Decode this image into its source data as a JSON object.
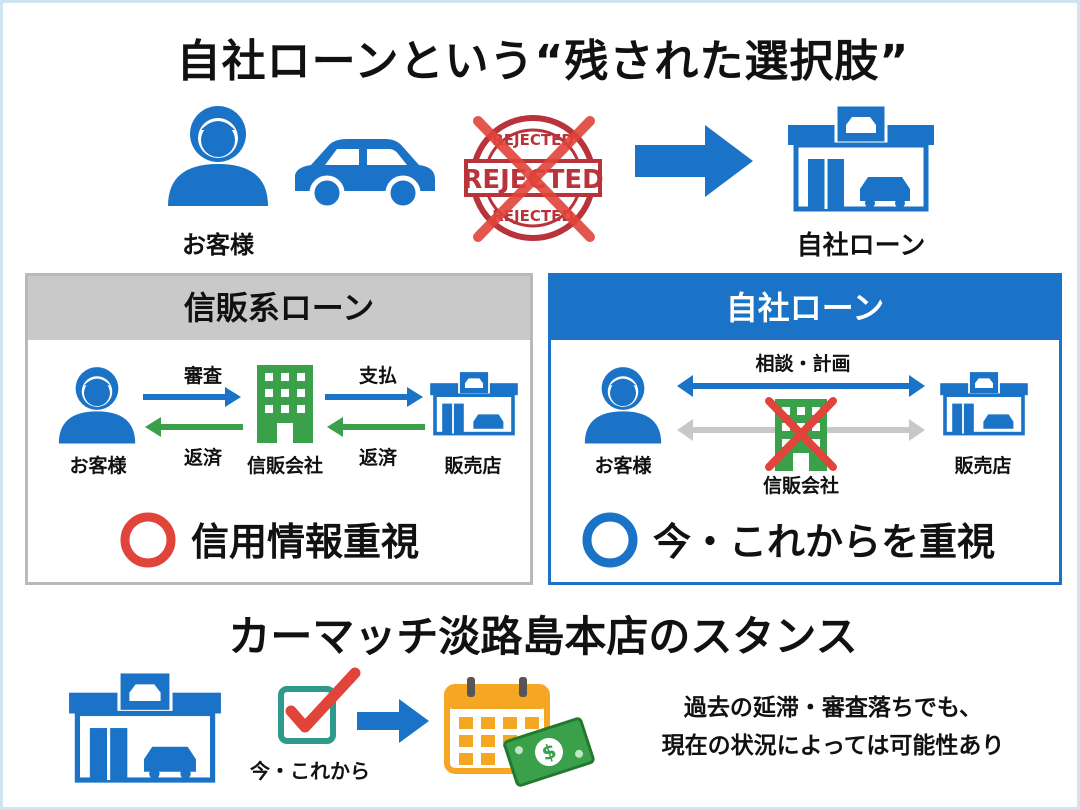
{
  "title": "自社ローンという“残された選択肢”",
  "top_flow": {
    "customer_label": "お客様",
    "stamp_text_top": "REJECTED",
    "stamp_text_mid": "REJECTED",
    "stamp_text_bottom": "REJECTED",
    "dealer_label": "自社ローン"
  },
  "credit_loan": {
    "header": "信販系ローン",
    "customer_label": "お客様",
    "company_label": "信販会社",
    "dealer_label": "販売店",
    "arrow_screening": "審査",
    "arrow_repay_1": "返済",
    "arrow_payment": "支払",
    "arrow_repay_2": "返済",
    "emphasis": "信用情報重視"
  },
  "in_house_loan": {
    "header": "自社ローン",
    "customer_label": "お客様",
    "dealer_label": "販売店",
    "arrow_consult": "相談・計画",
    "company_label": "信販会社",
    "emphasis": "今・これからを重視"
  },
  "stance": {
    "title": "カーマッチ淡路島本店のスタンス",
    "check_label": "今・これから",
    "line1": "過去の延滞・審査落ちでも、",
    "line2": "現在の状況によっては可能性あり"
  },
  "colors": {
    "blue": "#1a73c6",
    "green": "#3aa14a",
    "red": "#e0443a",
    "gray": "#c9c9c9",
    "orange": "#f5a623"
  }
}
